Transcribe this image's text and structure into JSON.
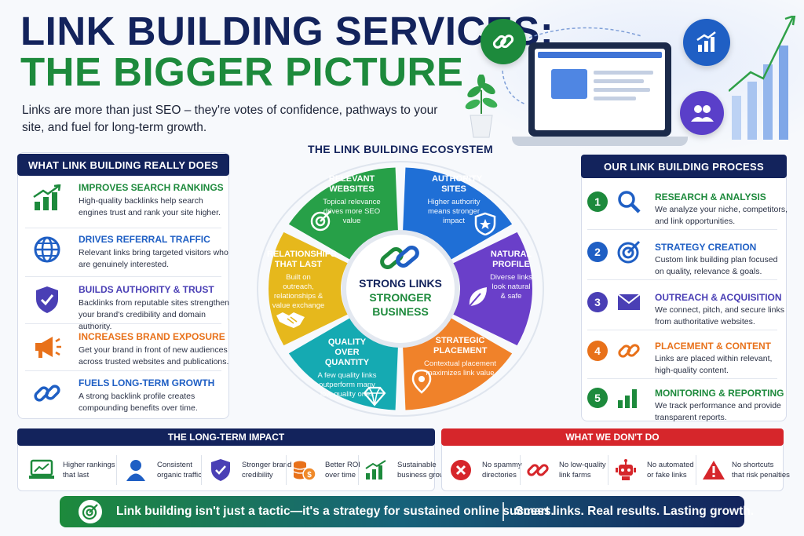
{
  "header": {
    "title_line1": "LINK BUILDING SERVICES:",
    "title_line2": "THE BIGGER PICTURE",
    "subtitle": "Links are more than just SEO – they're votes of confidence, pathways to your site, and fuel for long-term growth."
  },
  "hero_icons": [
    "link-icon",
    "growth-chart-icon",
    "users-icon",
    "laptop-icon",
    "plant-icon"
  ],
  "what_it_does": {
    "heading": "WHAT LINK BUILDING REALLY DOES",
    "items": [
      {
        "icon": "growth-chart-icon",
        "title": "IMPROVES SEARCH RANKINGS",
        "desc": "High-quality backlinks help search engines trust and rank your site higher.",
        "color": "#1d8a3c"
      },
      {
        "icon": "globe-icon",
        "title": "DRIVES REFERRAL TRAFFIC",
        "desc": "Relevant links bring targeted visitors who are genuinely interested.",
        "color": "#1f5fc4"
      },
      {
        "icon": "shield-check-icon",
        "title": "BUILDS AUTHORITY & TRUST",
        "desc": "Backlinks from reputable sites strengthen your brand's credibility and domain authority.",
        "color": "#4a3fb5"
      },
      {
        "icon": "megaphone-icon",
        "title": "INCREASES BRAND EXPOSURE",
        "desc": "Get your brand in front of new audiences across trusted websites and publications.",
        "color": "#e8711a"
      },
      {
        "icon": "link-icon",
        "title": "FUELS LONG-TERM GROWTH",
        "desc": "A strong backlink profile creates compounding benefits over time.",
        "color": "#1f5fc4"
      }
    ]
  },
  "ecosystem": {
    "heading": "THE LINK BUILDING ECOSYSTEM",
    "center_line1": "STRONG LINKS",
    "center_line2": "STRONGER",
    "center_line3": "BUSINESS",
    "segments": [
      {
        "title": "RELEVANT WEBSITES",
        "desc": "Topical relevance drives more SEO value",
        "color": "#27a048",
        "icon": "target-icon"
      },
      {
        "title": "AUTHORITY SITES",
        "desc": "Higher authority means stronger impact",
        "color": "#1f6fd6",
        "icon": "shield-star-icon"
      },
      {
        "title": "NATURAL PROFILE",
        "desc": "Diverse links look natural & safe",
        "color": "#6a3fc9",
        "icon": "leaf-icon"
      },
      {
        "title": "STRATEGIC PLACEMENT",
        "desc": "Contextual placement maximizes link value",
        "color": "#f0822a",
        "icon": "location-pin-icon"
      },
      {
        "title": "QUALITY OVER QUANTITY",
        "desc": "A few quality links outperform many low-quality ones",
        "color": "#15aab2",
        "icon": "diamond-icon"
      },
      {
        "title": "RELATIONSHIPS THAT LAST",
        "desc": "Built on outreach, relationships & value exchange",
        "color": "#e6b81c",
        "icon": "handshake-icon"
      }
    ]
  },
  "process": {
    "heading": "OUR LINK BUILDING PROCESS",
    "steps": [
      {
        "num": "1",
        "title": "RESEARCH & ANALYSIS",
        "desc": "We analyze your niche, competitors, and link opportunities.",
        "color": "#1d8a3c",
        "icon": "magnifier-icon"
      },
      {
        "num": "2",
        "title": "STRATEGY CREATION",
        "desc": "Custom link building plan focused on quality, relevance & goals.",
        "color": "#1f5fc4",
        "icon": "target-icon"
      },
      {
        "num": "3",
        "title": "OUTREACH & ACQUISITION",
        "desc": "We connect, pitch, and secure links from authoritative websites.",
        "color": "#4a3fb5",
        "icon": "envelope-icon"
      },
      {
        "num": "4",
        "title": "PLACEMENT & CONTENT",
        "desc": "Links are placed within relevant, high-quality content.",
        "color": "#e8711a",
        "icon": "link-icon"
      },
      {
        "num": "5",
        "title": "MONITORING & REPORTING",
        "desc": "We track performance and provide transparent reports.",
        "color": "#1d8a3c",
        "icon": "bar-chart-icon"
      }
    ]
  },
  "impact": {
    "heading": "THE LONG-TERM IMPACT",
    "items": [
      {
        "line1": "Higher rankings",
        "line2": "that last",
        "icon": "laptop-chart-icon"
      },
      {
        "line1": "Consistent",
        "line2": "organic traffic",
        "icon": "user-icon"
      },
      {
        "line1": "Stronger brand",
        "line2": "credibility",
        "icon": "shield-check-icon"
      },
      {
        "line1": "Better ROI",
        "line2": "over time",
        "icon": "coins-icon"
      },
      {
        "line1": "Sustainable",
        "line2": "business growth",
        "icon": "growth-chart-icon"
      }
    ]
  },
  "dont_do": {
    "heading": "WHAT WE DON'T DO",
    "items": [
      {
        "line1": "No spammy",
        "line2": "directories",
        "icon": "x-circle-icon"
      },
      {
        "line1": "No low-quality",
        "line2": "link farms",
        "icon": "broken-link-icon"
      },
      {
        "line1": "No automated",
        "line2": "or fake links",
        "icon": "robot-icon"
      },
      {
        "line1": "No shortcuts",
        "line2": "that risk penalties",
        "icon": "warning-icon"
      }
    ]
  },
  "footer": {
    "text1": "Link building isn't just a tactic—it's a strategy for sustained online success.",
    "text2": "Smart links. Real results. Lasting growth."
  },
  "colors": {
    "navy": "#13235c",
    "green": "#1d8a3c",
    "red": "#d6262b"
  }
}
